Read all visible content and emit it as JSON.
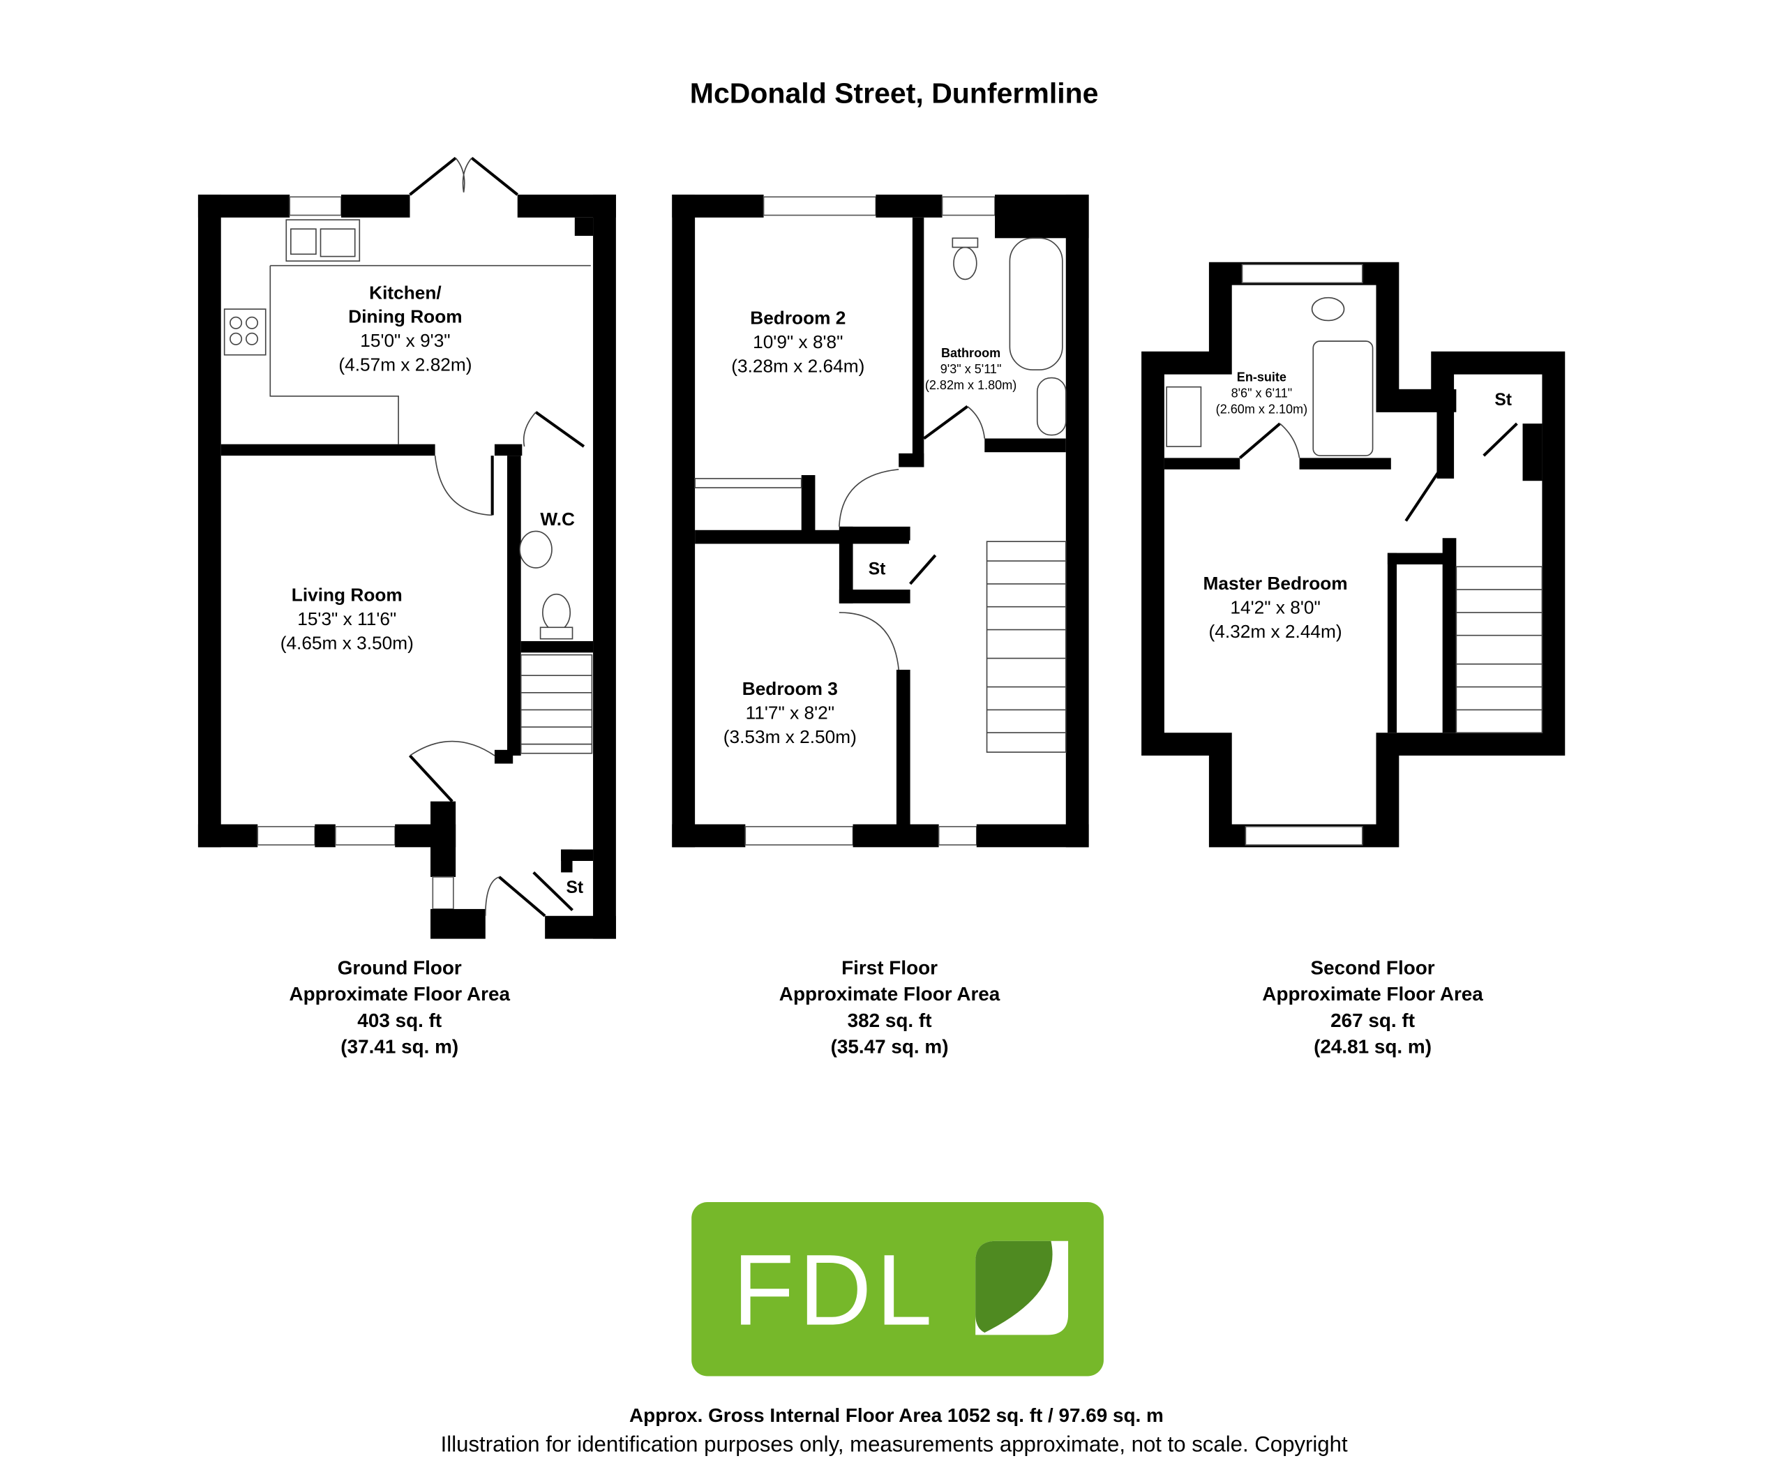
{
  "title": "McDonald Street, Dunfermline",
  "floors": [
    {
      "name": "Ground Floor",
      "area_label": "Approximate Floor Area",
      "sqft": "403 sq. ft",
      "sqm": "(37.41 sq. m)",
      "rooms": [
        {
          "name": "Kitchen/",
          "name2": "Dining Room",
          "imperial": "15'0\" x 9'3\"",
          "metric": "(4.57m x 2.82m)"
        },
        {
          "name": "Living Room",
          "imperial": "15'3\" x 11'6\"",
          "metric": "(4.65m x 3.50m)"
        },
        {
          "name": "W.C"
        },
        {
          "name": "St"
        }
      ]
    },
    {
      "name": "First Floor",
      "area_label": "Approximate Floor Area",
      "sqft": "382 sq. ft",
      "sqm": "(35.47 sq. m)",
      "rooms": [
        {
          "name": "Bedroom 2",
          "imperial": "10'9\" x 8'8\"",
          "metric": "(3.28m x 2.64m)"
        },
        {
          "name": "Bathroom",
          "imperial": "9'3\" x 5'11\"",
          "metric": "(2.82m x 1.80m)"
        },
        {
          "name": "Bedroom 3",
          "imperial": "11'7\" x 8'2\"",
          "metric": "(3.53m x 2.50m)"
        },
        {
          "name": "St"
        }
      ]
    },
    {
      "name": "Second Floor",
      "area_label": "Approximate Floor Area",
      "sqft": "267 sq. ft",
      "sqm": "(24.81 sq. m)",
      "rooms": [
        {
          "name": "En-suite",
          "imperial": "8'6\" x 6'11\"",
          "metric": "(2.60m x 2.10m)"
        },
        {
          "name": "Master Bedroom",
          "imperial": "14'2\" x 8'0\"",
          "metric": "(4.32m x 2.44m)"
        },
        {
          "name": "St"
        }
      ]
    }
  ],
  "logo": {
    "text": "FDL",
    "color": "#76b82a",
    "leaf_color": "#4f8a21"
  },
  "footer": {
    "gross": "Approx. Gross Internal Floor Area 1052 sq. ft / 97.69 sq. m",
    "disclaimer": "Illustration for identification purposes only, measurements approximate, not to scale. Copyright"
  }
}
